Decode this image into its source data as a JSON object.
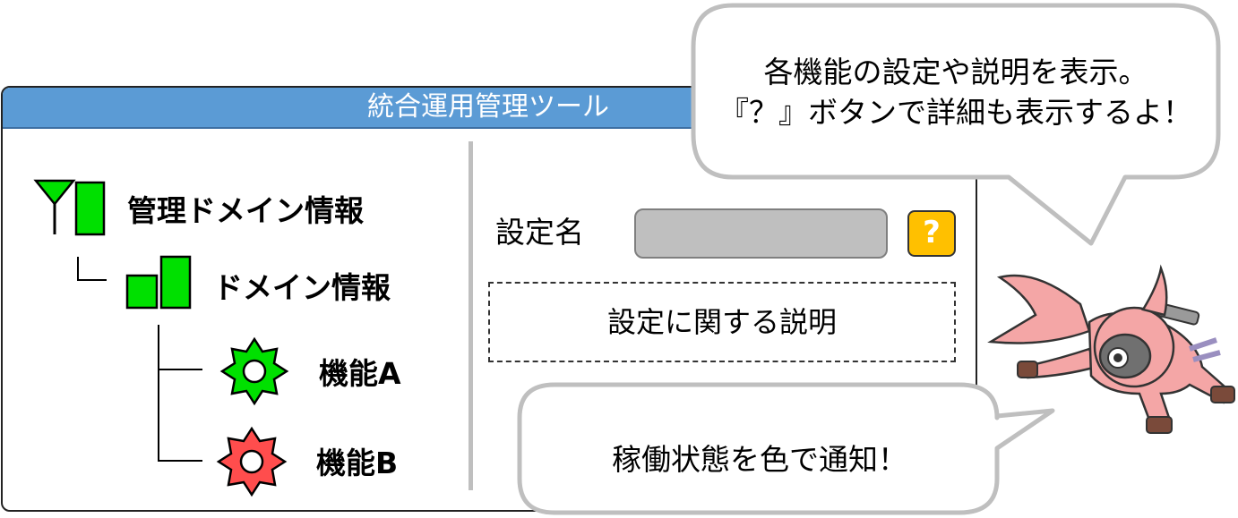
{
  "window": {
    "title": "統合運用管理ツール"
  },
  "tree": {
    "root_label": "管理ドメイン情報",
    "domain_label": "ドメイン情報",
    "feature_a_label": "機能A",
    "feature_b_label": "機能B"
  },
  "settings": {
    "name_label": "設定名",
    "name_value": "",
    "help_button_label": "?",
    "description": "設定に関する説明"
  },
  "callouts": {
    "top_line1": "各機能の設定や説明を表示。",
    "top_line2": "『？』ボタンで詳細も表示するよ！",
    "bottom": "稼働状態を色で通知！"
  },
  "colors": {
    "titlebar": "#5b9bd5",
    "status_ok": "#00e000",
    "status_error": "#ff4d4d",
    "help_button": "#ffc000",
    "input_fill": "#bfbfbf",
    "mascot_body": "#f4a6a6"
  },
  "icons": {
    "root": "antenna-bar-icon",
    "domain": "bar-chart-icon",
    "feature_a": "gear-icon",
    "feature_b": "gear-icon"
  }
}
